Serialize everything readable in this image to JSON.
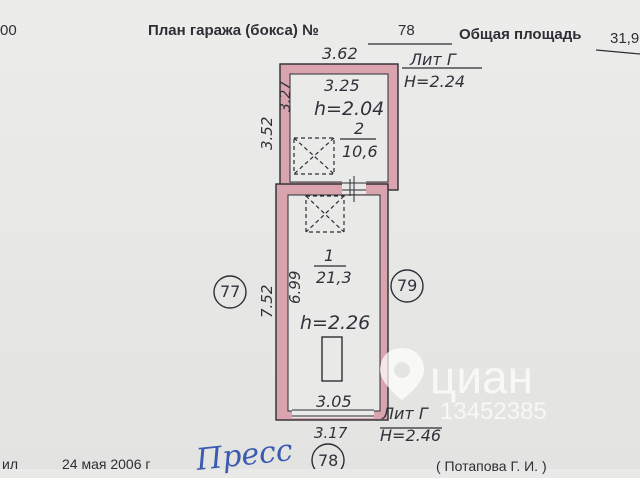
{
  "header": {
    "left_fragment": "00",
    "title_prefix": "План гаража (бокса) №",
    "garage_number": "78",
    "area_label": "Общая площадь",
    "area_value_fragment": "31,9"
  },
  "plan": {
    "top_outer_width": "3.62",
    "top_room_width": "3.25",
    "top_room_height": "h=2.04",
    "top_room_length": "3.27",
    "top_outer_length": "3.52",
    "room2": {
      "number": "2",
      "area": "10,6"
    },
    "room1": {
      "number": "1",
      "area": "21,3"
    },
    "lower_room_height": "h=2.26",
    "lower_inner_length": "6.99",
    "lower_outer_length": "7.52",
    "bottom_inner_width": "3.05",
    "bottom_outer_width": "3.17",
    "lit_top": {
      "label": "Лит Г",
      "height": "H=2.24"
    },
    "lit_bottom": {
      "label": "Лит Г",
      "height": "H=2.46"
    },
    "neighbor_left": "77",
    "neighbor_right": "79",
    "neighbor_bottom": "78"
  },
  "footer": {
    "left_fragment": "ил",
    "date": "24 мая 2006 г",
    "signer": "( Потапова Г. И. )"
  },
  "signature": "Пресс",
  "watermark": {
    "brand": "циан",
    "id": "13452385"
  },
  "colors": {
    "paper": "#e9e9e7",
    "ink": "#2b2d33",
    "wall_fill": "#d9a4ad",
    "stamp_blue": "#3b5bb0"
  }
}
